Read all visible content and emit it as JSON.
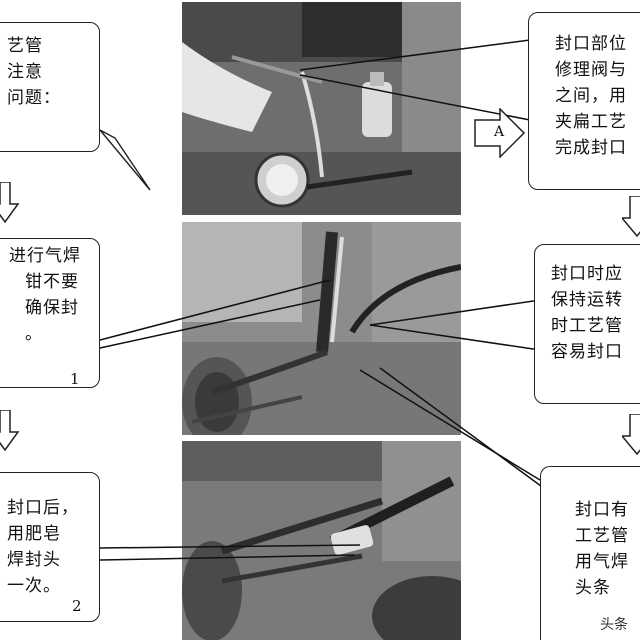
{
  "callouts": {
    "top_left": [
      "艺管",
      "注意",
      "问题："
    ],
    "mid_left": [
      "进行气焊",
      "钳不要",
      "确保封",
      "。"
    ],
    "bot_left": [
      "封口后，",
      "用肥皂",
      "焊封头",
      "一次。"
    ],
    "top_right": [
      "封口部位",
      "修理阀与",
      "之间，用",
      "夹扁工艺",
      "完成封口"
    ],
    "mid_right": [
      "封口时应",
      "保持运转",
      "时工艺管",
      "容易封口"
    ],
    "bot_right": [
      "封口有",
      "工艺管",
      "用气焊",
      "头条"
    ]
  },
  "labels": {
    "a": "A",
    "num1": "1",
    "num2": "2"
  },
  "watermark": "头条"
}
